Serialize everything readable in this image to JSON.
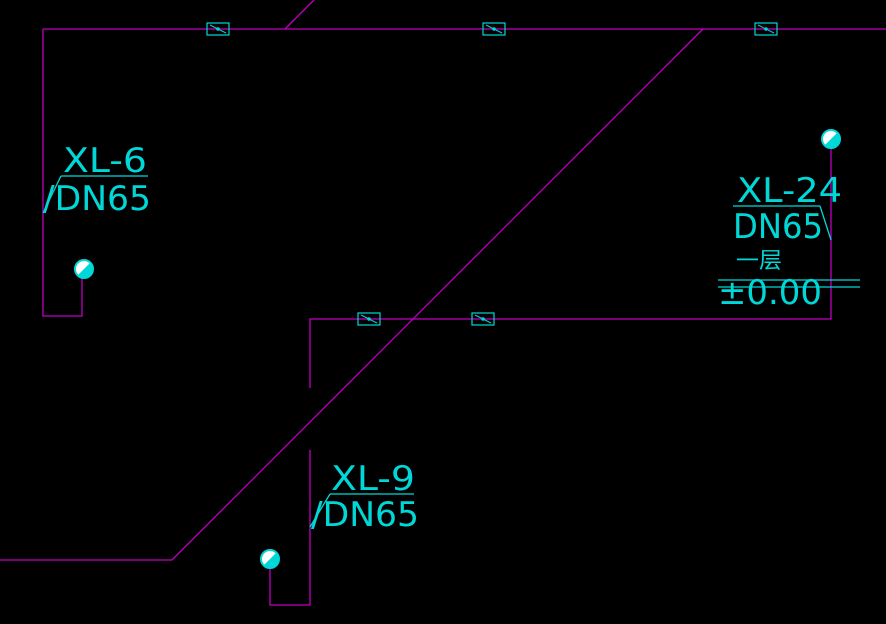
{
  "drawing": {
    "background": "#000000",
    "pipe_color": "#c000c0",
    "annotation_color": "#00d8d8"
  },
  "labels": {
    "xl6": {
      "name": "XL-6",
      "size": "/DN65"
    },
    "xl24": {
      "name": "XL-24",
      "size": "DN65",
      "floor": "一层",
      "elevation": "±0.00"
    },
    "xl9": {
      "name": "XL-9",
      "size": "/DN65"
    }
  },
  "valves": [
    {
      "id": "valve-top-1"
    },
    {
      "id": "valve-top-2"
    },
    {
      "id": "valve-top-3"
    },
    {
      "id": "valve-mid-1"
    },
    {
      "id": "valve-mid-2"
    }
  ],
  "risers": [
    {
      "id": "riser-xl6"
    },
    {
      "id": "riser-xl24"
    },
    {
      "id": "riser-xl9"
    }
  ]
}
